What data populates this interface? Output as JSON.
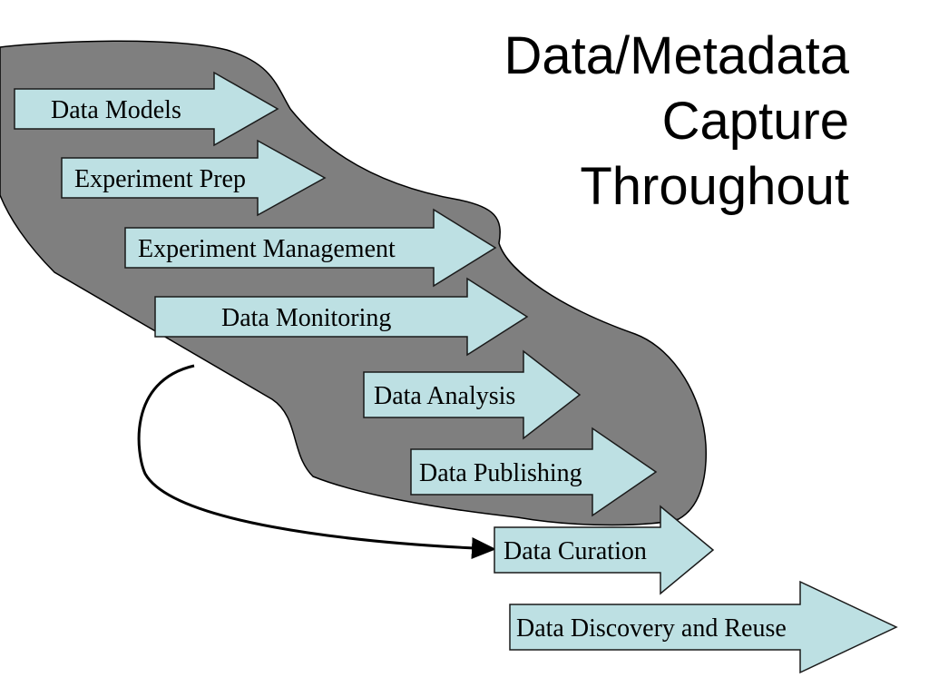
{
  "title": {
    "line1": "Data/Metadata",
    "line2": "Capture",
    "line3": "Throughout"
  },
  "stages": [
    "Data Models",
    "Experiment Prep",
    "Experiment Management",
    "Data Monitoring",
    "Data Analysis",
    "Data Publishing",
    "Data Curation",
    "Data Discovery and Reuse"
  ],
  "colors": {
    "arrow_fill": "#bde0e3",
    "arrow_stroke": "#1a1a1a",
    "region_fill": "#7f7f7f",
    "connector": "#000000"
  }
}
